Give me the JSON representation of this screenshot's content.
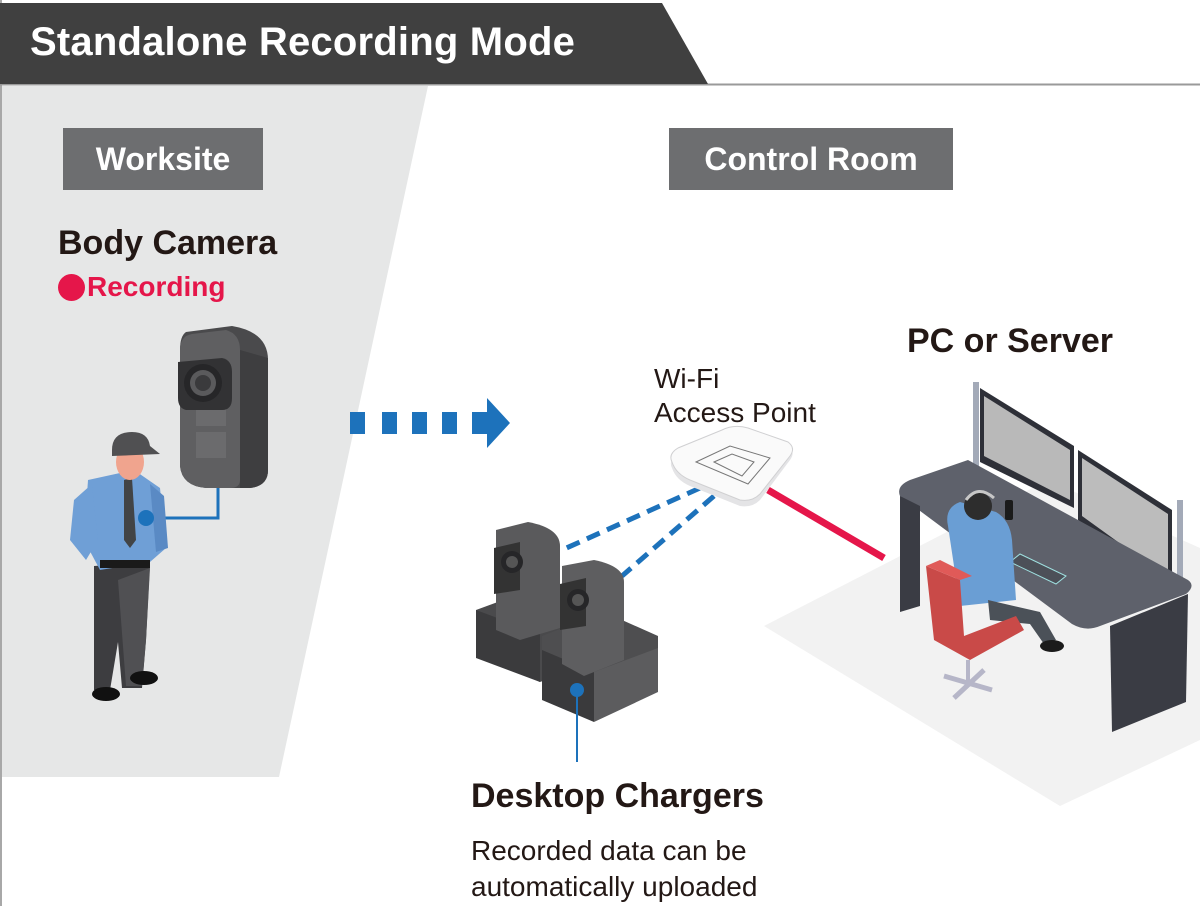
{
  "header": {
    "title": "Standalone Recording Mode"
  },
  "zones": {
    "worksite": {
      "label": "Worksite"
    },
    "control_room": {
      "label": "Control Room"
    }
  },
  "body_camera": {
    "title": "Body Camera",
    "status_indicator": "record-dot-icon",
    "status": "Recording"
  },
  "transfer_arrow": {
    "icon": "dashed-arrow-right-icon",
    "segments": 4
  },
  "access_point": {
    "line1": "Wi-Fi",
    "line2": "Access Point",
    "icon": "wifi-access-point-icon"
  },
  "pc_server": {
    "title": "PC or Server",
    "icon": "operator-workstation-icon",
    "monitors": 2
  },
  "desktop_chargers": {
    "title": "Desktop Chargers",
    "description_line1": "Recorded data can be",
    "description_line2": "automatically uploaded",
    "icon": "charger-dock-icon",
    "count": 2
  },
  "connections": {
    "wireless": "dashed-link",
    "wired": "solid-link"
  },
  "colors": {
    "header_bg": "#404040",
    "zone_label_bg": "#6d6e70",
    "worksite_panel_bg": "#e6e7e7",
    "accent_blue": "#1d72bb",
    "recording_red": "#e5164a",
    "wired_link_red": "#e5164a",
    "text_dark": "#231815",
    "floor_grey": "#f2f2f2"
  }
}
